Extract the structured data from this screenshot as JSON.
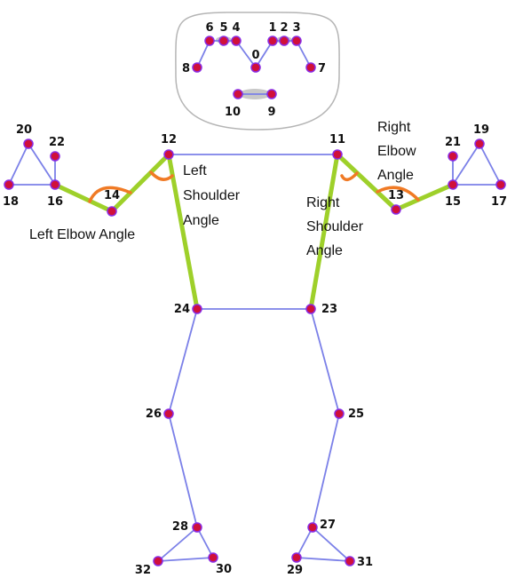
{
  "keypoint_labels": {
    "0": "0",
    "1": "1",
    "2": "2",
    "3": "3",
    "4": "4",
    "5": "5",
    "6": "6",
    "7": "7",
    "8": "8",
    "9": "9",
    "10": "10",
    "11": "11",
    "12": "12",
    "13": "13",
    "14": "14",
    "15": "15",
    "16": "16",
    "17": "17",
    "18": "18",
    "19": "19",
    "20": "20",
    "21": "21",
    "22": "22",
    "23": "23",
    "24": "24",
    "25": "25",
    "26": "26",
    "27": "27",
    "28": "28",
    "29": "29",
    "30": "30",
    "31": "31",
    "32": "32"
  },
  "angle_labels": {
    "left_elbow": "Left Elbow Angle",
    "left_shoulder": [
      "Left",
      "Shoulder",
      "Angle"
    ],
    "right_shoulder": [
      "Right",
      "Shoulder",
      "Angle"
    ],
    "right_elbow": [
      "Right",
      "Elbow",
      "Angle"
    ]
  },
  "colors": {
    "bone": "#7b80e8",
    "joint": "#d0103a",
    "joint_ring": "#8a2be2",
    "highlight": "#9ed02a",
    "angle_arc": "#f07a25",
    "head_outline": "#b5b5b5"
  }
}
